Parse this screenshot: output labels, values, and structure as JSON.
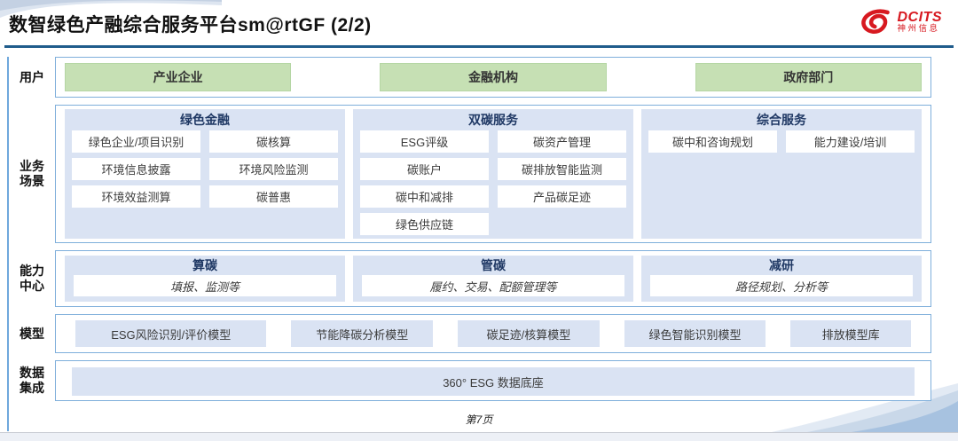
{
  "header": {
    "title": "数智绿色产融综合服务平台sm@rtGF (2/2)",
    "logo_name": "DCITS",
    "logo_subtitle": "神州信息"
  },
  "row_labels": {
    "users": "用户",
    "scenarios": "业务场景",
    "capabilities": "能力中心",
    "models": "模型",
    "data": "数据集成"
  },
  "users": [
    "产业企业",
    "金融机构",
    "政府部门"
  ],
  "scenarios": [
    {
      "title": "绿色金融",
      "items": [
        "绿色企业/项目识别",
        "碳核算",
        "环境信息披露",
        "环境风险监测",
        "环境效益测算",
        "碳普惠"
      ]
    },
    {
      "title": "双碳服务",
      "items": [
        "ESG评级",
        "碳资产管理",
        "碳账户",
        "碳排放智能监测",
        "碳中和减排",
        "产品碳足迹",
        "绿色供应链"
      ]
    },
    {
      "title": "综合服务",
      "items": [
        "碳中和咨询规划",
        "能力建设/培训"
      ]
    }
  ],
  "capabilities": [
    {
      "title": "算碳",
      "desc": "填报、监测等"
    },
    {
      "title": "管碳",
      "desc": "履约、交易、配额管理等"
    },
    {
      "title": "减研",
      "desc": "路径规划、分析等"
    }
  ],
  "models": [
    "ESG风险识别/评价模型",
    "节能降碳分析模型",
    "碳足迹/核算模型",
    "绿色智能识别模型",
    "排放模型库"
  ],
  "data_integration": "360° ESG 数据底座",
  "footer": {
    "page": "第7页"
  },
  "colors": {
    "accent_line": "#1F5C8B",
    "left_line": "#6FA8DC",
    "container_border": "#7FAFDB",
    "green_box": "#C6E0B4",
    "panel_fill": "#DAE3F3",
    "logo_red": "#D71920"
  }
}
